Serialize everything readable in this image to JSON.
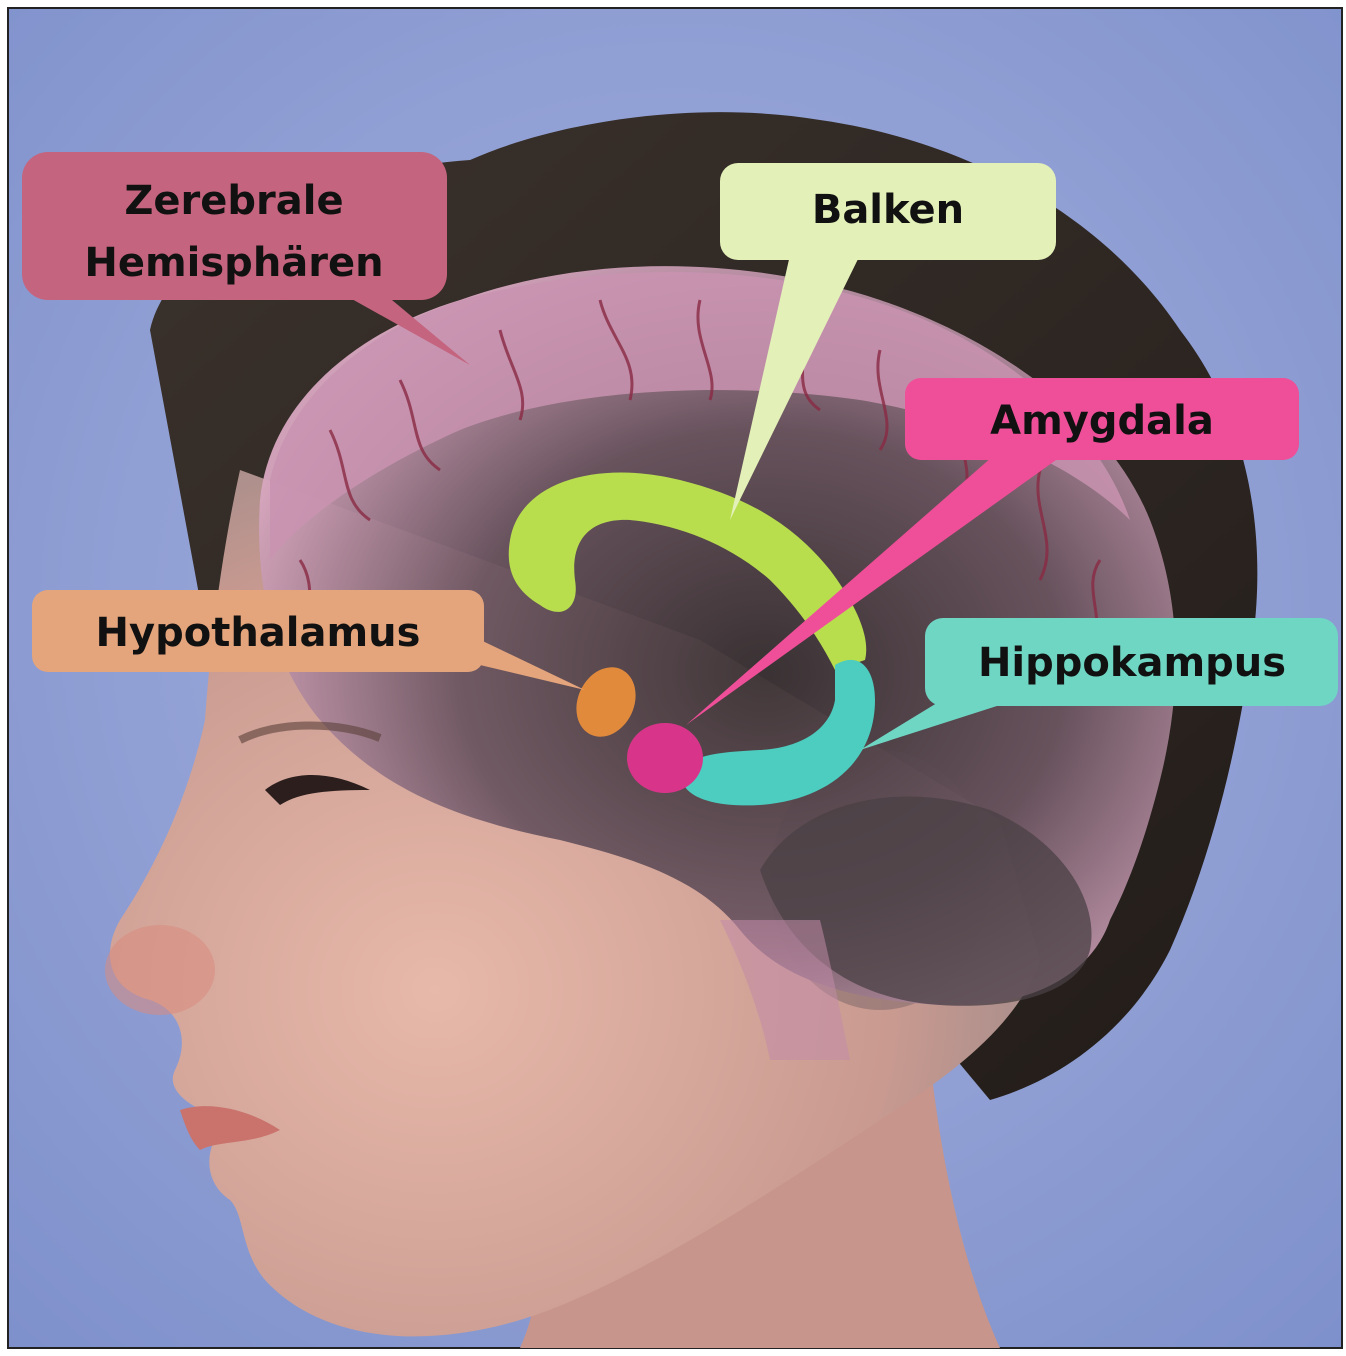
{
  "labels": {
    "cerebral": {
      "line1": "Zerebrale",
      "line2": "Hemisphären"
    },
    "balken": "Balken",
    "amygdala": "Amygdala",
    "hypothalamus": "Hypothalamus",
    "hippokampus": "Hippokampus"
  },
  "colors": {
    "background": "#8f9fd4",
    "hair": "#2e2722",
    "skin": "#d9a89a",
    "brain": "#d5a3bd",
    "cerebral": "#c4647e",
    "balken": "#e3f0b8",
    "balken_structure": "#b8de4e",
    "amygdala": "#ee4f98",
    "amygdala_structure": "#d8358a",
    "hypothalamus": "#e4a47c",
    "hypothalamus_structure": "#e28a3c",
    "hippokampus": "#6fd6c4",
    "hippokampus_structure": "#4ccdbf"
  }
}
